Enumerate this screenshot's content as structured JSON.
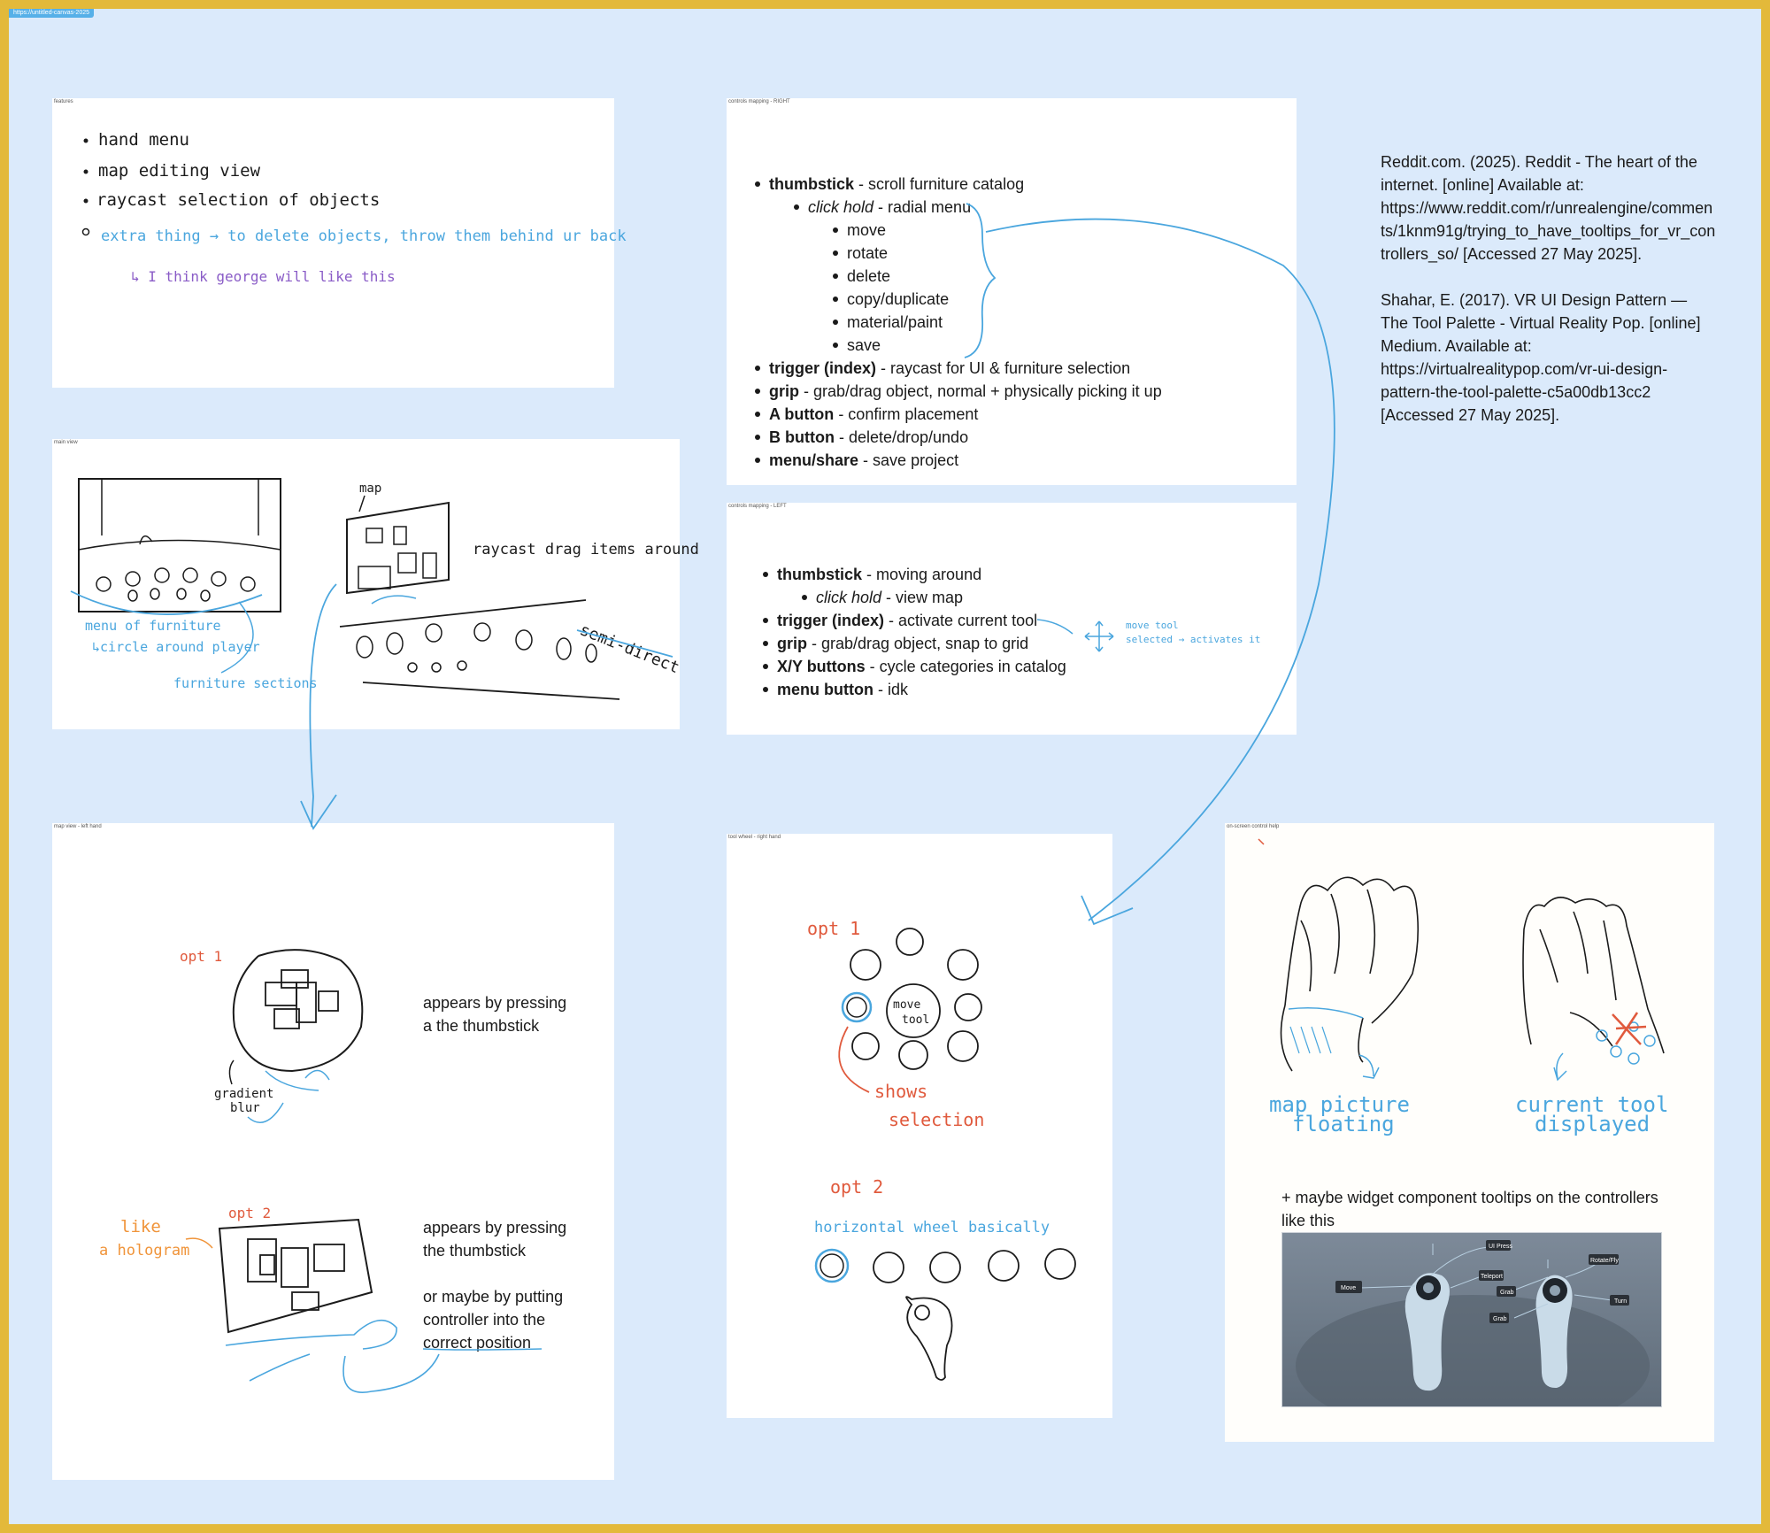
{
  "url_chip": "https://untitled-canvas-2025",
  "frames": {
    "features": {
      "label": "features",
      "items": [
        "hand menu",
        "map editing view",
        "raycast selection of objects"
      ],
      "extra": "extra thing → to delete objects, throw them behind ur back",
      "note": "↳ I think george will like this"
    },
    "main_view": {
      "label": "main view",
      "map": "map",
      "raycast": "raycast drag items around",
      "semi_direct": "semi-direct",
      "menu_note": "menu of furniture",
      "circle_note": "↳circle around player",
      "sections_note": "furniture sections"
    },
    "controls_right": {
      "label": "controls mapping - RIGHT",
      "thumbstick_key": "thumbstick",
      "thumbstick_val": " - scroll furniture catalog",
      "clickhold_key": "click hold",
      "clickhold_val": " - radial menu",
      "sub_items": [
        "move",
        "rotate",
        "delete",
        "copy/duplicate",
        "material/paint",
        "save"
      ],
      "trigger_key": "trigger (index)",
      "trigger_val": " - raycast for UI & furniture selection",
      "grip_key": "grip",
      "grip_val": " - grab/drag object, normal + physically picking it up",
      "a_key": "A button",
      "a_val": " - confirm placement",
      "b_key": "B button",
      "b_val": " - delete/drop/undo",
      "menu_key": "menu/share",
      "menu_val": " - save project"
    },
    "controls_left": {
      "label": "controls mapping - LEFT",
      "thumbstick_key": "thumbstick",
      "thumbstick_val": " - moving around",
      "clickhold_key": "click hold",
      "clickhold_val": " - view map",
      "trigger_key": "trigger (index)",
      "trigger_val": " - activate current tool",
      "grip_key": "grip",
      "grip_val": " - grab/drag object, snap to grid",
      "xy_key": "X/Y buttons",
      "xy_val": " - cycle categories in catalog",
      "menu_key": "menu button",
      "menu_val": " - idk",
      "sketch_note_1": "move tool",
      "sketch_note_2": "selected → activates it"
    },
    "map_view": {
      "label": "map view - left hand",
      "opt1": "opt 1",
      "opt1_text": "appears by pressing\na the thumbstick",
      "gradient": "gradient",
      "blur": "blur",
      "opt2": "opt 2",
      "hologram_1": "like",
      "hologram_2": "a hologram",
      "opt2_text": "appears by pressing\nthe thumbstick\n\nor maybe by putting\ncontroller into the\ncorrect position"
    },
    "tool_wheel": {
      "label": "tool wheel - right hand",
      "opt1": "opt 1",
      "move_tool_1": "move",
      "move_tool_2": "tool",
      "shows": "shows",
      "selection": "selection",
      "opt2": "opt 2",
      "horizontal": "horizontal wheel basically"
    },
    "onscreen": {
      "label": "on-screen control help",
      "map_picture_1": "map picture",
      "map_picture_2": "floating",
      "current_tool_1": "current tool",
      "current_tool_2": "displayed",
      "tooltips_text": "+ maybe widget component tooltips on the controllers\n like this",
      "photo_labels": [
        "Move",
        "UI Press",
        "Teleport",
        "Grab",
        "Grab",
        "Rotate/Fly",
        "Turn"
      ]
    }
  },
  "references": [
    "Reddit.com. (2025). Reddit - The heart of the internet. [online] Available at: https://www.reddit.com/r/unrealengine/comments/1knm91g/trying_to_have_tooltips_for_vr_controllers_so/ [Accessed 27 May 2025].",
    "Shahar, E. (2017). VR UI Design Pattern — The Tool Palette - Virtual Reality Pop. [online] Medium. Available at: https://virtualrealitypop.com/vr-ui-design-pattern-the-tool-palette-c5a00db13cc2 [Accessed 27 May 2025]."
  ],
  "colors": {
    "border": "#e3b93a",
    "canvas": "#dbeafb",
    "blue_ink": "#4aa6de",
    "red_ink": "#e05a3d",
    "orange_ink": "#f0943a",
    "purple_ink": "#8a5cc7",
    "black_ink": "#1b1b1b"
  }
}
